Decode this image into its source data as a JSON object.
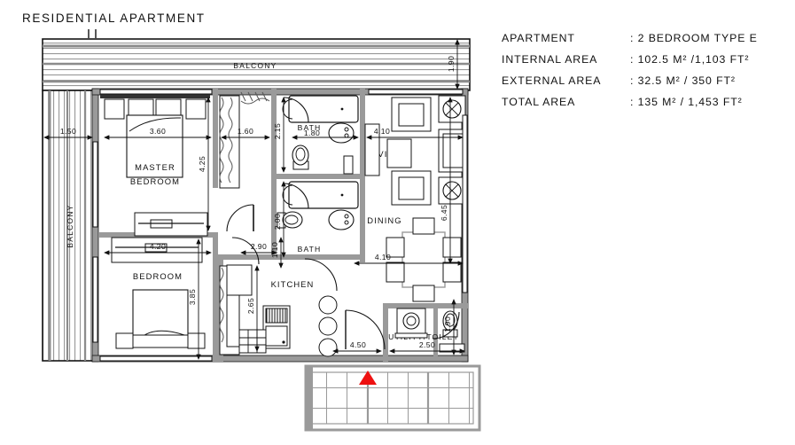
{
  "title": "RESIDENTIAL APARTMENT",
  "spec": {
    "rows": [
      {
        "label": "APARTMENT",
        "value": ": 2 BEDROOM TYPE E"
      },
      {
        "label": "INTERNAL AREA",
        "value": ": 102.5 M² /1,103 FT²"
      },
      {
        "label": "EXTERNAL AREA",
        "value": ": 32.5 M² /   350 FT²"
      },
      {
        "label": "TOTAL AREA",
        "value": ": 135  M² / 1,453 FT²"
      }
    ]
  },
  "rooms": {
    "balcony_top": "BALCONY",
    "balcony_left": "BALCONY",
    "master_bedroom_l1": "MASTER",
    "master_bedroom_l2": "BEDROOM",
    "bedroom": "BEDROOM",
    "bath_upper": "BATH",
    "bath_lower": "BATH",
    "living": "LIVING",
    "dining": "DINING",
    "kitchen": "KITCHEN",
    "utility_toilet": "UTILITY/TOILET"
  },
  "dimensions": {
    "balcony_width": "1.50",
    "master_bed_width": "3.60",
    "master_bed_depth": "4.25",
    "closet_width": "1.60",
    "bath_upper_width": "1.80",
    "bath_upper_depth": "2.15",
    "bath_lower_depth": "2.00",
    "living_width": "4.10",
    "living_depth": "6.45",
    "dining_width": "4.10",
    "bedroom_width": "4.20",
    "bedroom_depth": "3.85",
    "hall_width": "2.90",
    "hall_depth": "1.10",
    "kitchen_depth": "2.65",
    "terrace_door": "4.50",
    "utility_width": "2.50",
    "utility_depth": "1.90",
    "balcony_top_right_depth": "1.90"
  },
  "markers": {
    "entry_arrow": "entry-direction-marker"
  },
  "colors": {
    "wall": "#9a9a9a",
    "line": "#141414",
    "entry_marker": "#ee1111",
    "hatch": "#8c8c8c"
  }
}
